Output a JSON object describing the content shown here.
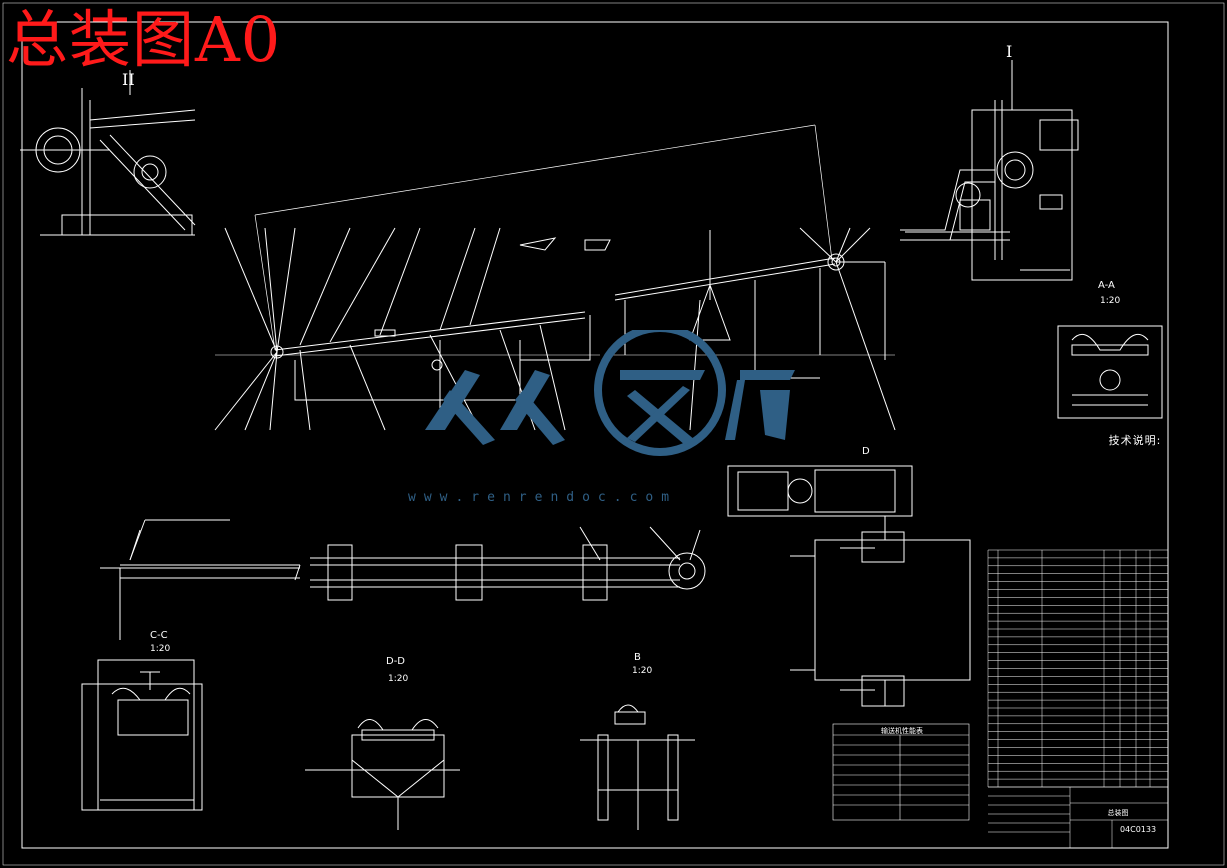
{
  "title": "总装图A0",
  "labels": {
    "section_aa": "A-A",
    "scale_aa": "1:20",
    "section_cc": "C-C",
    "scale_cc": "1:20",
    "section_dd": "D-D",
    "scale_dd": "1:20",
    "section_b": "B",
    "scale_b": "1:20",
    "view_i": "I",
    "view_ii": "II",
    "view_d": "D"
  },
  "tech_notes": {
    "heading": "技术说明:"
  },
  "title_block": {
    "drawing_number": "04C0133",
    "drawing_name": "总装图"
  },
  "spec_table": {
    "title": "输送机性能表"
  },
  "watermark": {
    "url": "www.renrendoc.com"
  },
  "colors": {
    "background": "#000000",
    "lines": "#ffffff",
    "title": "#ff1a1a",
    "watermark": "#2f5f85"
  }
}
